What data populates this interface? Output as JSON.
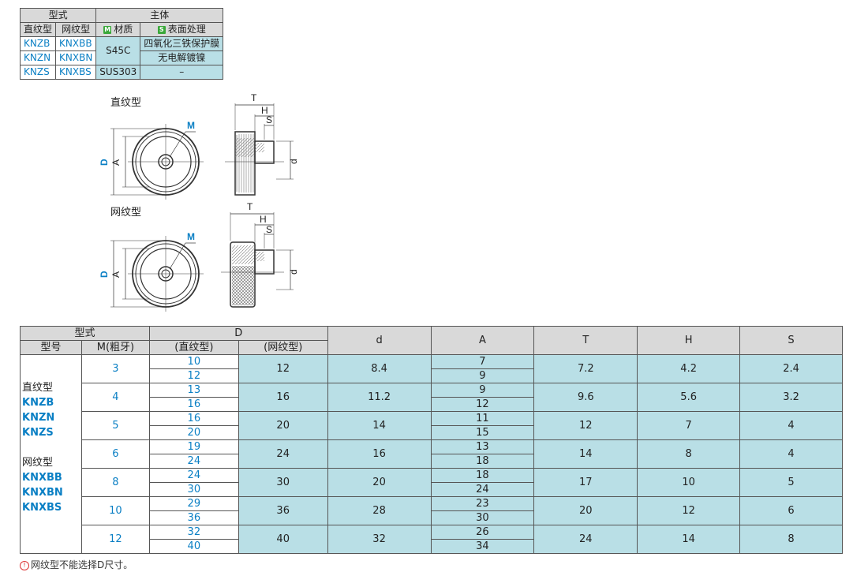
{
  "top_table": {
    "h_type": "型式",
    "h_main": "主体",
    "h_straight": "直纹型",
    "h_knurl": "网纹型",
    "h_material": "材质",
    "h_surface": "表面处理",
    "rows": [
      {
        "straight": "KNZB",
        "knurl": "KNXBB",
        "material": "S45C",
        "surface": "四氧化三铁保护膜"
      },
      {
        "straight": "KNZN",
        "knurl": "KNXBN",
        "material": "",
        "surface": "无电解镀镍"
      },
      {
        "straight": "KNZS",
        "knurl": "KNXBS",
        "material": "SUS303",
        "surface": "–"
      }
    ]
  },
  "drawings": {
    "straight_title": "直纹型",
    "knurl_title": "网纹型",
    "label_M": "M",
    "label_D": "D",
    "label_A": "A",
    "label_T": "T",
    "label_H": "H",
    "label_S": "S",
    "label_d": "d"
  },
  "main_table": {
    "h_type": "型式",
    "h_D": "D",
    "h_d": "d",
    "h_A": "A",
    "h_T": "T",
    "h_H": "H",
    "h_S": "S",
    "h_model": "型号",
    "h_M": "M(粗牙)",
    "h_D_straight": "(直纹型)",
    "h_D_knurl": "(网纹型)",
    "type_lines": [
      "直纹型",
      "KNZB",
      "KNZN",
      "KNZS",
      "",
      "网纹型",
      "KNXBB",
      "KNXBN",
      "KNXBS"
    ],
    "rows": [
      {
        "M": "3",
        "D1": "10",
        "D2": "12",
        "Dk": "12",
        "d": "8.4",
        "A1": "7",
        "A2": "9",
        "T": "7.2",
        "H": "4.2",
        "S": "2.4"
      },
      {
        "M": "4",
        "D1": "13",
        "D2": "16",
        "Dk": "16",
        "d": "11.2",
        "A1": "9",
        "A2": "12",
        "T": "9.6",
        "H": "5.6",
        "S": "3.2"
      },
      {
        "M": "5",
        "D1": "16",
        "D2": "20",
        "Dk": "20",
        "d": "14",
        "A1": "11",
        "A2": "15",
        "T": "12",
        "H": "7",
        "S": "4"
      },
      {
        "M": "6",
        "D1": "19",
        "D2": "24",
        "Dk": "24",
        "d": "16",
        "A1": "13",
        "A2": "18",
        "T": "14",
        "H": "8",
        "S": "4"
      },
      {
        "M": "8",
        "D1": "24",
        "D2": "30",
        "Dk": "30",
        "d": "20",
        "A1": "18",
        "A2": "24",
        "T": "17",
        "H": "10",
        "S": "5"
      },
      {
        "M": "10",
        "D1": "29",
        "D2": "36",
        "Dk": "36",
        "d": "28",
        "A1": "23",
        "A2": "30",
        "T": "20",
        "H": "12",
        "S": "6"
      },
      {
        "M": "12",
        "D1": "32",
        "D2": "40",
        "Dk": "40",
        "d": "32",
        "A1": "26",
        "A2": "34",
        "T": "24",
        "H": "14",
        "S": "8"
      }
    ]
  },
  "footnote": "网纹型不能选择D尺寸。",
  "colors": {
    "accent_blue": "#0a7fc4",
    "cell_cyan": "#b9dfe6",
    "header_gray": "#d9d9d9"
  }
}
